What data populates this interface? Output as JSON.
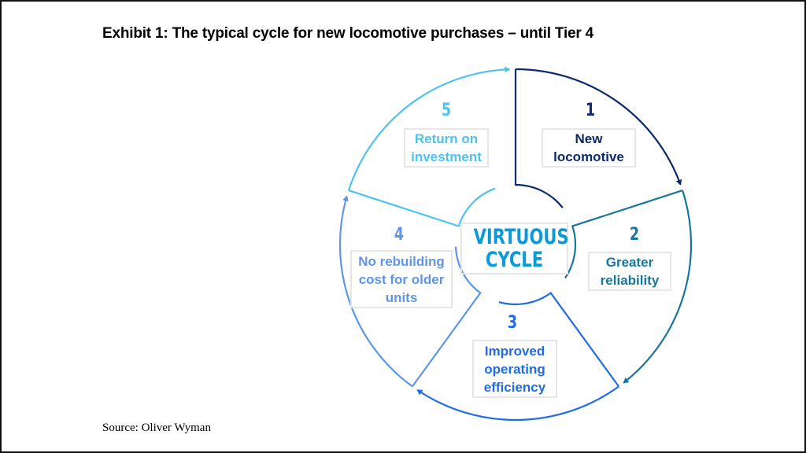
{
  "title": "Exhibit 1: The typical cycle for new locomotive purchases – until Tier 4",
  "source": "Source: Oliver Wyman",
  "center": {
    "line1": "VIRTUOUS",
    "line2": "CYCLE",
    "color": "#0a9ad8"
  },
  "steps": [
    {
      "number": "1",
      "label": "New locomotive",
      "color": "#0d2a6b"
    },
    {
      "number": "2",
      "label": "Greater reliability",
      "color": "#17769c"
    },
    {
      "number": "3",
      "label": "Improved operating efficiency",
      "color": "#1f6ce8"
    },
    {
      "number": "4",
      "label": "No rebuilding cost for older units",
      "color": "#5f95e6"
    },
    {
      "number": "5",
      "label": "Return on investment",
      "color": "#4cc2ee"
    }
  ]
}
